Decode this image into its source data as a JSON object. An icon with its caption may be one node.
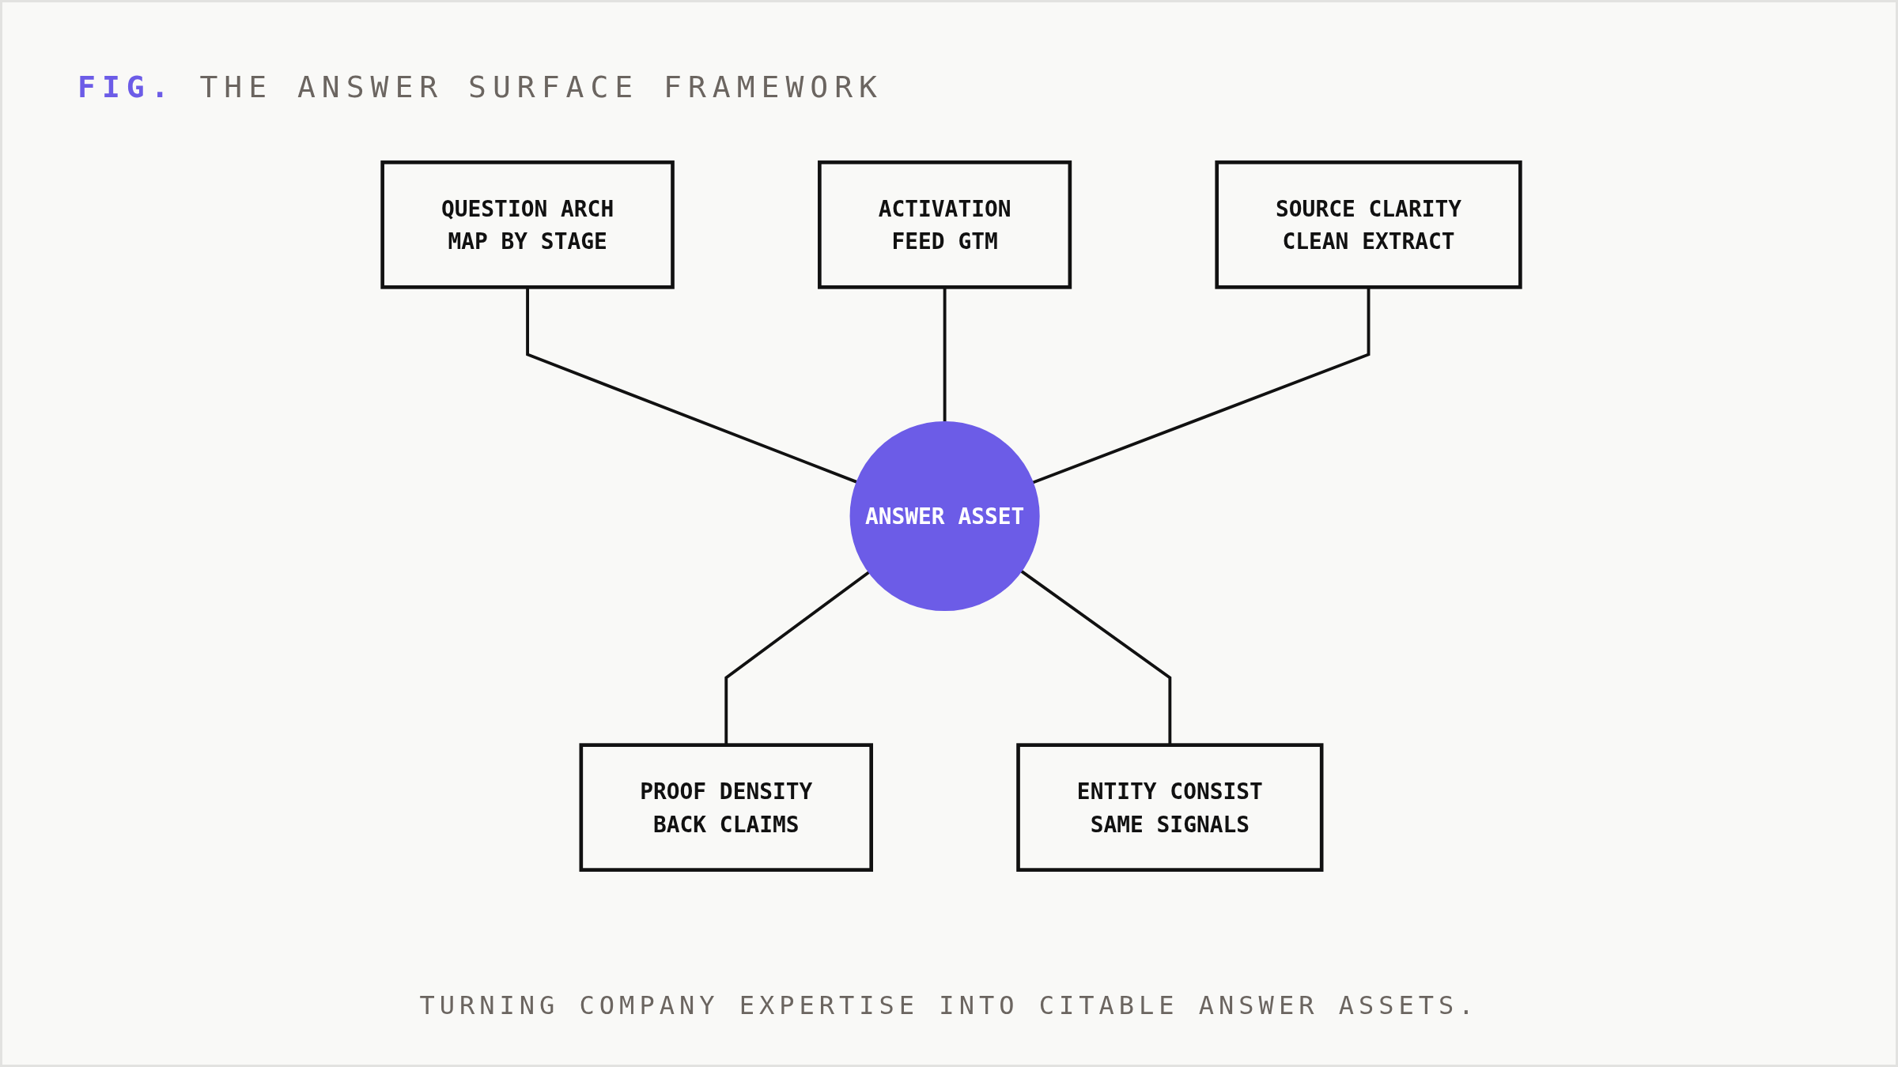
{
  "diagram": {
    "title": "FIG. THE ANSWER SURFACE FRAMEWORK",
    "caption": "TURNING COMPANY EXPERTISE INTO CITABLE ANSWER ASSETS.",
    "nodes": [
      {
        "text": [
          "QUESTION ARCH",
          "MAP BY STAGE"
        ]
      },
      {
        "text": [
          "ACTIVATION",
          "FEED GTM"
        ]
      },
      {
        "text": [
          "SOURCE CLARITY",
          "CLEAN EXTRACT"
        ]
      },
      {
        "text": [
          "ANSWER ASSET"
        ]
      },
      {
        "text": [
          "PROOF DENSITY",
          "BACK CLAIMS"
        ]
      },
      {
        "text": [
          "ENTITY CONSIST",
          "SAME SIGNALS"
        ]
      }
    ],
    "edges": [
      {
        "from": 0,
        "to": 3,
        "arrow": "none"
      },
      {
        "from": 1,
        "to": 3,
        "arrow": "none"
      },
      {
        "from": 2,
        "to": 3,
        "arrow": "none"
      },
      {
        "from": 3,
        "to": 4,
        "arrow": "none"
      },
      {
        "from": 3,
        "to": 5,
        "arrow": "none"
      }
    ]
  }
}
